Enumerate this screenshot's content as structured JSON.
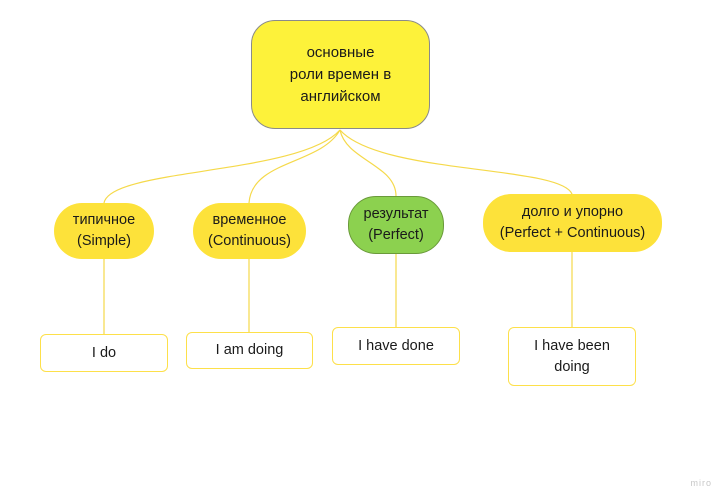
{
  "diagram": {
    "root": {
      "label": "основные\nроли времен в\nанглийском"
    },
    "categories": [
      {
        "label": "типичное\n(Simple)",
        "example": "I do"
      },
      {
        "label": "временное\n(Continuous)",
        "example": "I am doing"
      },
      {
        "label": "результат\n(Perfect)",
        "example": "I have done"
      },
      {
        "label": "долго и упорно\n(Perfect + Continuous)",
        "example": "I have been\ndoing"
      }
    ]
  },
  "watermark": "miro",
  "colors": {
    "root_fill": "#fdf23a",
    "category_fill": "#fde23a",
    "highlight_fill": "#8cd14f",
    "connector": "#f5d94a",
    "example_border": "#fde04a"
  }
}
